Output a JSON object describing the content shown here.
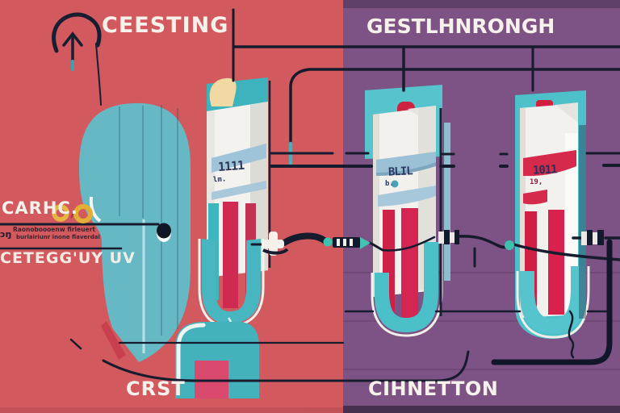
{
  "left_panel": {
    "title": "CEESTING",
    "footer": "CRST",
    "bg_color": "#d25a5e"
  },
  "right_panel": {
    "title": "GESTLHNRONGH",
    "footer": "CIHNETTON",
    "bg_color": "#7d5284"
  },
  "callout": {
    "heading": "CARHC.",
    "note_line1": "Raonoboooenw firleuert",
    "note_line2": "burlairiunr inone flaverdal",
    "subheading": "CETEGG'UY UV",
    "edge_mark": "ɔŋ"
  },
  "tubes": [
    {
      "barcode": "1111",
      "subcode": "lm."
    },
    {
      "barcode": "BLIL",
      "subcode": "b."
    },
    {
      "barcode": "1011",
      "subcode": "19,"
    }
  ],
  "colors": {
    "teal_shape": "#66b8c5",
    "teal_tube": "#4cb9c3",
    "crimson_liquid": "#cf2450",
    "wire_dark": "#161b2e",
    "band_blue": "#9fc2d6",
    "accent_yellow": "#e3b33d",
    "pink_door": "#d94a6e",
    "cream_blob": "#f0d9a2"
  }
}
